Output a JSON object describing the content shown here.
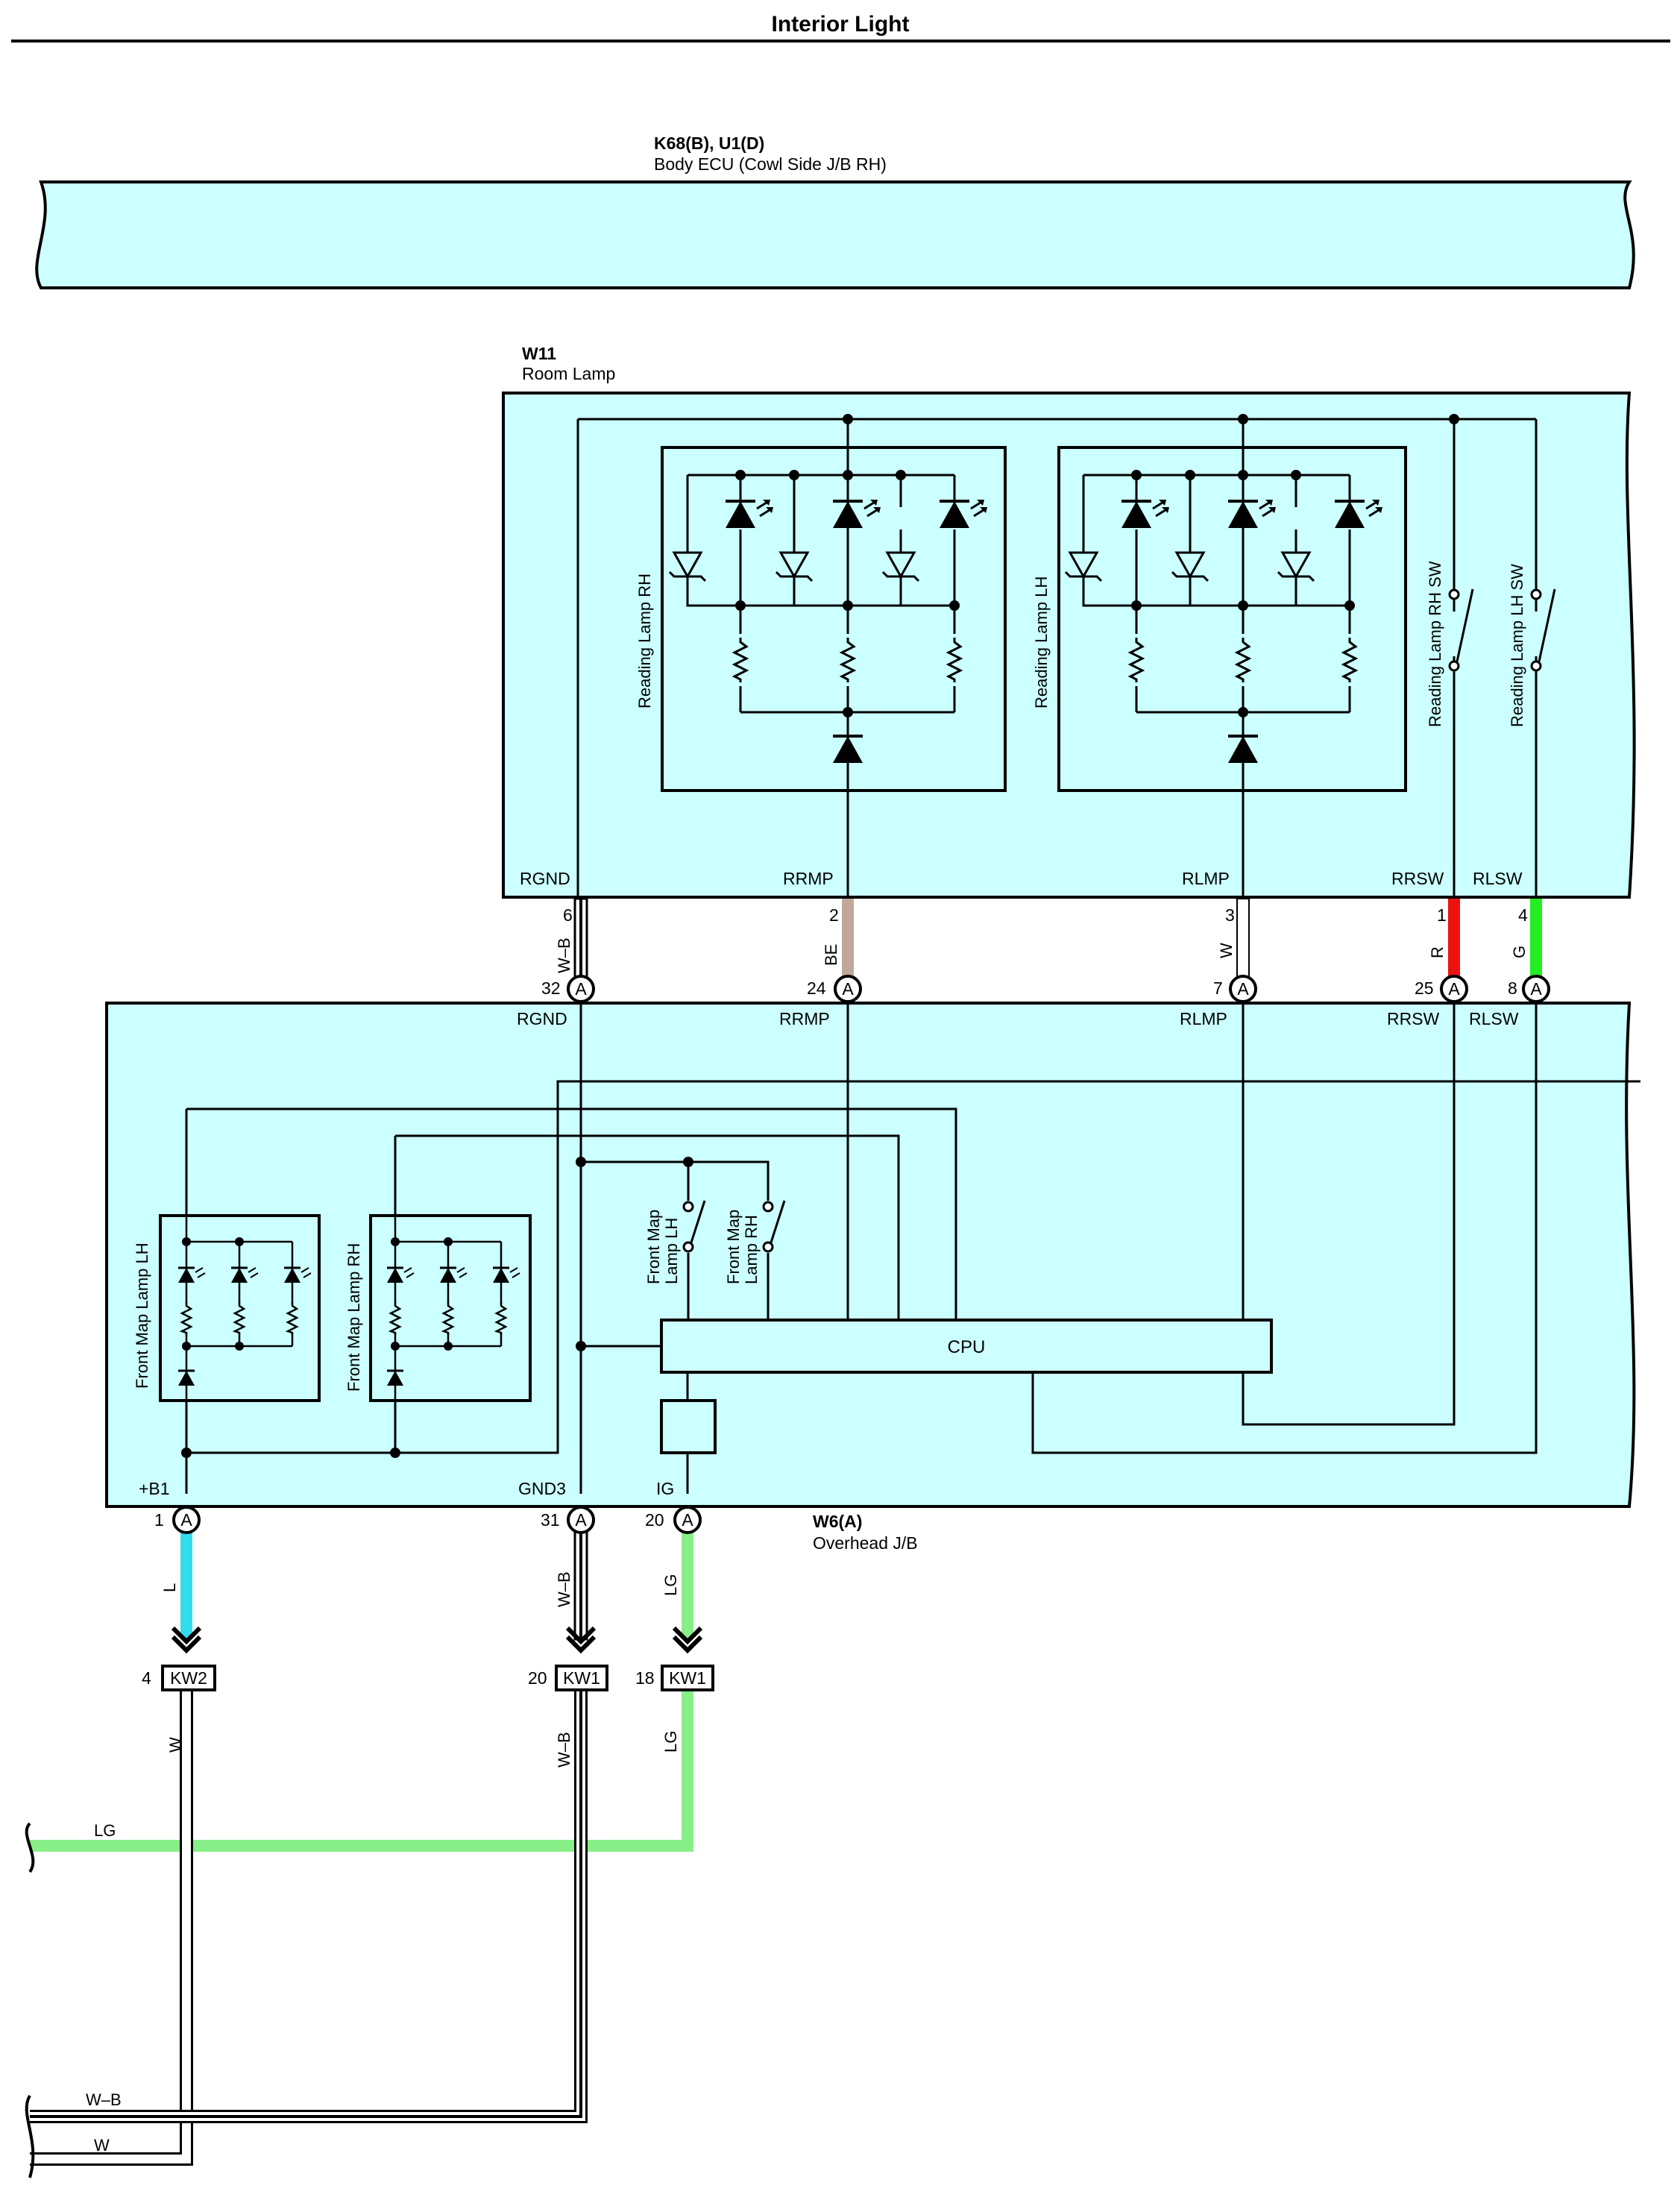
{
  "title": "Interior Light",
  "body_ecu": {
    "code": "K68(B), U1(D)",
    "name": "Body ECU (Cowl Side J/B RH)"
  },
  "room_lamp": {
    "code": "W11",
    "name": "Room Lamp",
    "reading_rh": "Reading Lamp RH",
    "reading_lh": "Reading Lamp LH",
    "sw_rh": "Reading Lamp RH SW",
    "sw_lh": "Reading Lamp LH SW",
    "pins": {
      "rgnd": "RGND",
      "rrmp": "RRMP",
      "rlmp": "RLMP",
      "rrsw": "RRSW",
      "rlsw": "RLSW",
      "n6": "6",
      "n2": "2",
      "n3": "3",
      "n1": "1",
      "n4": "4"
    }
  },
  "overhead_jb": {
    "code": "W6(A)",
    "name": "Overhead J/B",
    "connector_letter": "A",
    "top_pins": {
      "rgnd": "RGND",
      "rrmp": "RRMP",
      "rlmp": "RLMP",
      "rrsw": "RRSW",
      "rlsw": "RLSW",
      "n32": "32",
      "n24": "24",
      "n7": "7",
      "n25": "25",
      "n8": "8"
    },
    "bottom_pins": {
      "b1": "+B1",
      "gnd3": "GND3",
      "ig": "IG",
      "n1": "1",
      "n31": "31",
      "n20": "20"
    },
    "front_map_lh": "Front Map Lamp LH",
    "front_map_rh": "Front Map Lamp RH",
    "sw_lh_1": "Front Map",
    "sw_lh_2": "Lamp LH",
    "sw_rh_1": "Front Map",
    "sw_rh_2": "Lamp RH",
    "cpu": "CPU"
  },
  "wires": {
    "wb": "W–B",
    "be": "BE",
    "w": "W",
    "r": "R",
    "g": "G",
    "l": "L",
    "lg": "LG"
  },
  "junctions": {
    "kw2": "KW2",
    "kw1a": "KW1",
    "kw1b": "KW1",
    "n4": "4",
    "n20": "20",
    "n18": "18"
  },
  "colors": {
    "panel": "#ccffff",
    "wire_be": "#bfa898",
    "wire_r": "#ee1111",
    "wire_g": "#22ee22",
    "wire_l": "#33ddee",
    "wire_lg": "#88ee88"
  }
}
